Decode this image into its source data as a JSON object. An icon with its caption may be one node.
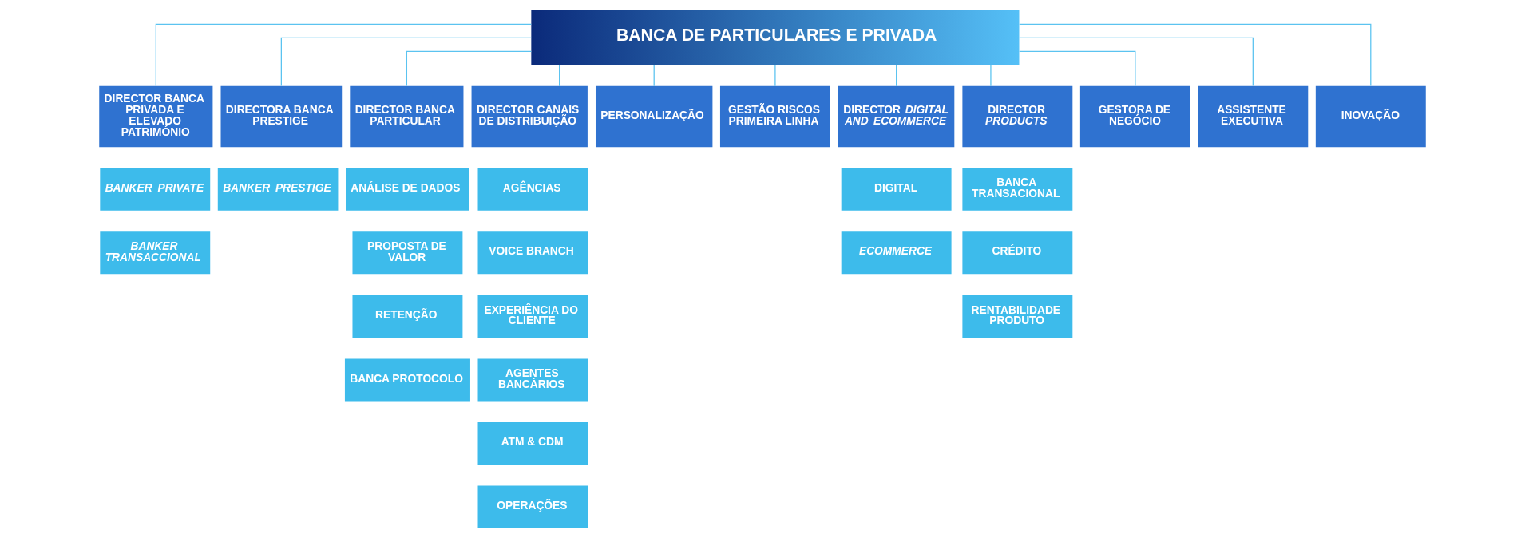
{
  "diagram": {
    "nodes": [
      {
        "text": [
          "BANCA DE PARTICULARES E PRIVADA"
        ]
      },
      {
        "text": [
          "DIRECTOR BANCA PRIVADA E ELEVADO PATRIMÓNIO"
        ]
      },
      {
        "text": [
          "DIRECTORA BANCA PRESTIGE"
        ]
      },
      {
        "text": [
          "DIRECTOR BANCA PARTICULAR"
        ]
      },
      {
        "text": [
          "DIRECTOR CANAIS DE DISTRIBUIÇÃO"
        ]
      },
      {
        "text": [
          "PERSONALIZAÇÃO"
        ]
      },
      {
        "text": [
          "GESTÃO RISCOS PRIMEIRA LINHA"
        ]
      },
      {
        "text": [
          "DIRECTOR *DIGITAL AND ECOMMERCE*"
        ]
      },
      {
        "text": [
          "DIRECTOR *PRODUCTS*"
        ]
      },
      {
        "text": [
          "GESTORA DE NEGÓCIO"
        ]
      },
      {
        "text": [
          "ASSISTENTE EXECUTIVA"
        ]
      },
      {
        "text": [
          "INOVAÇÃO"
        ]
      },
      {
        "text": [
          "BANKER PRIVATE"
        ]
      },
      {
        "text": [
          "BANKER TRANSACCIONAL"
        ]
      },
      {
        "text": [
          "BANKER PRESTIGE"
        ]
      },
      {
        "text": [
          "ANÁLISE DE DADOS"
        ]
      },
      {
        "text": [
          "PROPOSTA DE VALOR"
        ]
      },
      {
        "text": [
          "RETENÇÃO"
        ]
      },
      {
        "text": [
          "BANCA PROTOCOLO"
        ]
      },
      {
        "text": [
          "AGÊNCIAS"
        ]
      },
      {
        "text": [
          "VOICE BRANCH"
        ]
      },
      {
        "text": [
          "EXPERIÊNCIA DO CLIENTE"
        ]
      },
      {
        "text": [
          "AGENTES BANCÁRIOS"
        ]
      },
      {
        "text": [
          "ATM & CDM"
        ]
      },
      {
        "text": [
          "OPERAÇÕES"
        ]
      },
      {
        "text": [
          "DIGITAL"
        ]
      },
      {
        "text": [
          "ECOMMERCE"
        ]
      },
      {
        "text": [
          "BANCA TRANSACIONAL"
        ]
      },
      {
        "text": [
          "CRÉDITO"
        ]
      },
      {
        "text": [
          "RENTABILIDADE PRODUTO"
        ]
      }
    ],
    "edges": [
      {
        "from": 0,
        "to": 1,
        "arrow": "none"
      },
      {
        "from": 0,
        "to": 2,
        "arrow": "none"
      },
      {
        "from": 0,
        "to": 3,
        "arrow": "none"
      },
      {
        "from": 0,
        "to": 4,
        "arrow": "none"
      },
      {
        "from": 0,
        "to": 5,
        "arrow": "none"
      },
      {
        "from": 0,
        "to": 6,
        "arrow": "none"
      },
      {
        "from": 0,
        "to": 7,
        "arrow": "none"
      },
      {
        "from": 0,
        "to": 8,
        "arrow": "none"
      },
      {
        "from": 0,
        "to": 9,
        "arrow": "none"
      },
      {
        "from": 0,
        "to": 10,
        "arrow": "none"
      },
      {
        "from": 0,
        "to": 11,
        "arrow": "none"
      }
    ]
  }
}
